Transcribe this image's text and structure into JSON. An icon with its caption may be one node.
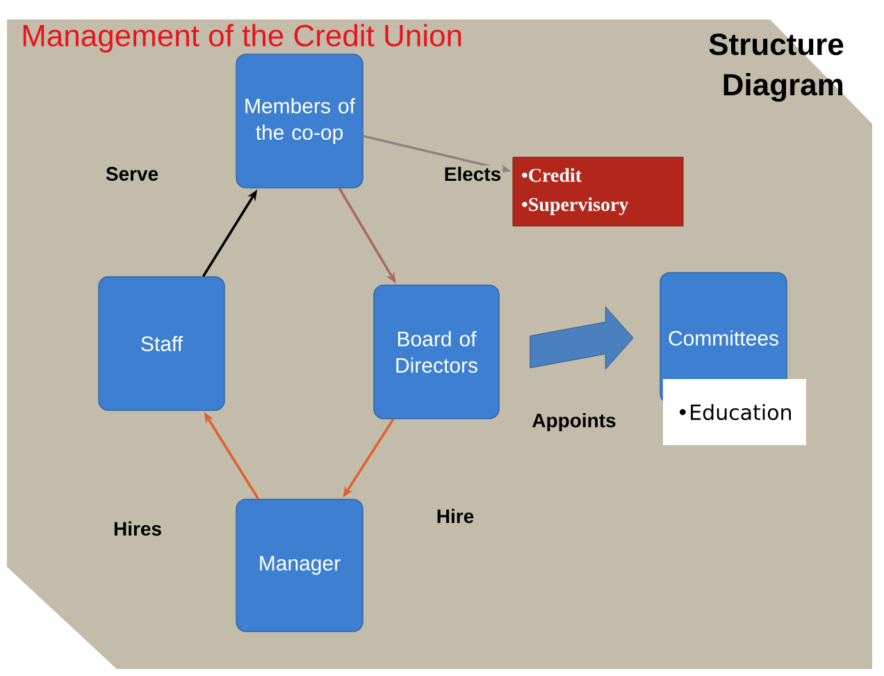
{
  "diagram": {
    "title": "Management of the Credit Union",
    "nodes": [
      {
        "text": [
          "Members of the co-op"
        ]
      },
      {
        "text": [
          "•Credit",
          "•Supervisory"
        ]
      },
      {
        "text": [
          "Staff"
        ]
      },
      {
        "text": [
          "Board of Directors"
        ]
      },
      {
        "text": [
          "Committees"
        ]
      },
      {
        "text": [
          "•Education"
        ]
      },
      {
        "text": [
          "Manager"
        ]
      }
    ],
    "edges": [
      {
        "from": 0,
        "to": 1,
        "arrow": "to",
        "color": "#8a8282",
        "label": "Elects"
      },
      {
        "from": 0,
        "to": 3,
        "arrow": "to",
        "color": "#a8685a"
      },
      {
        "from": 2,
        "to": 0,
        "arrow": "to",
        "color": "#000000",
        "label": "Serve"
      },
      {
        "from": 3,
        "to": 6,
        "arrow": "to",
        "color": "#e0602a",
        "label": "Hire"
      },
      {
        "from": 6,
        "to": 2,
        "arrow": "to",
        "color": "#e0602a",
        "label": "Hires"
      },
      {
        "from": 3,
        "to": 4,
        "arrow": "to",
        "style": "thick",
        "color": "#4a7fc0",
        "label": "Appoints"
      }
    ],
    "labels": [
      "Structure Diagram"
    ]
  }
}
